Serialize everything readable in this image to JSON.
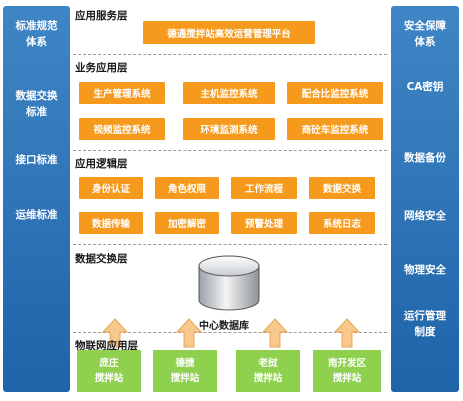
{
  "left_panel": {
    "items": [
      {
        "label": "标准规范\n体系"
      },
      {
        "label": "数据交换\n标准"
      },
      {
        "label": "接口标准"
      },
      {
        "label": "运维标准"
      }
    ]
  },
  "right_panel": {
    "items": [
      {
        "label": "安全保障\n体系"
      },
      {
        "label": "CA密钥"
      },
      {
        "label": "数据备份"
      },
      {
        "label": "网络安全"
      },
      {
        "label": "物理安全"
      },
      {
        "label": "运行管理\n制度"
      }
    ]
  },
  "layers": {
    "service": {
      "title": "应用服务层",
      "platform": "德通搅拌站高效运营管理平台"
    },
    "business": {
      "title": "业务应用层",
      "systems": [
        "生产管理系统",
        "主机监控系统",
        "配合比监控系统",
        "视频监控系统",
        "环境监测系统",
        "商砼车监控系统"
      ]
    },
    "logic": {
      "title": "应用逻辑层",
      "modules": [
        "身份认证",
        "角色权限",
        "工作流程",
        "数据交换",
        "数据传输",
        "加密解密",
        "预警处理",
        "系统日志"
      ]
    },
    "exchange": {
      "title": "数据交换层",
      "database": "中心数据库"
    },
    "iot": {
      "title": "物联网应用层",
      "stations": [
        {
          "line1": "庞庄",
          "line2": "搅拌站"
        },
        {
          "line1": "德捷",
          "line2": "搅拌站"
        },
        {
          "line1": "老挝",
          "line2": "搅拌站"
        },
        {
          "line1": "南开发区",
          "line2": "搅拌站"
        }
      ]
    }
  },
  "colors": {
    "side_panel": "#2b72b6",
    "module_box": "#f59a1c",
    "station_box": "#8fd14f",
    "arrow": "#f8c88a"
  }
}
